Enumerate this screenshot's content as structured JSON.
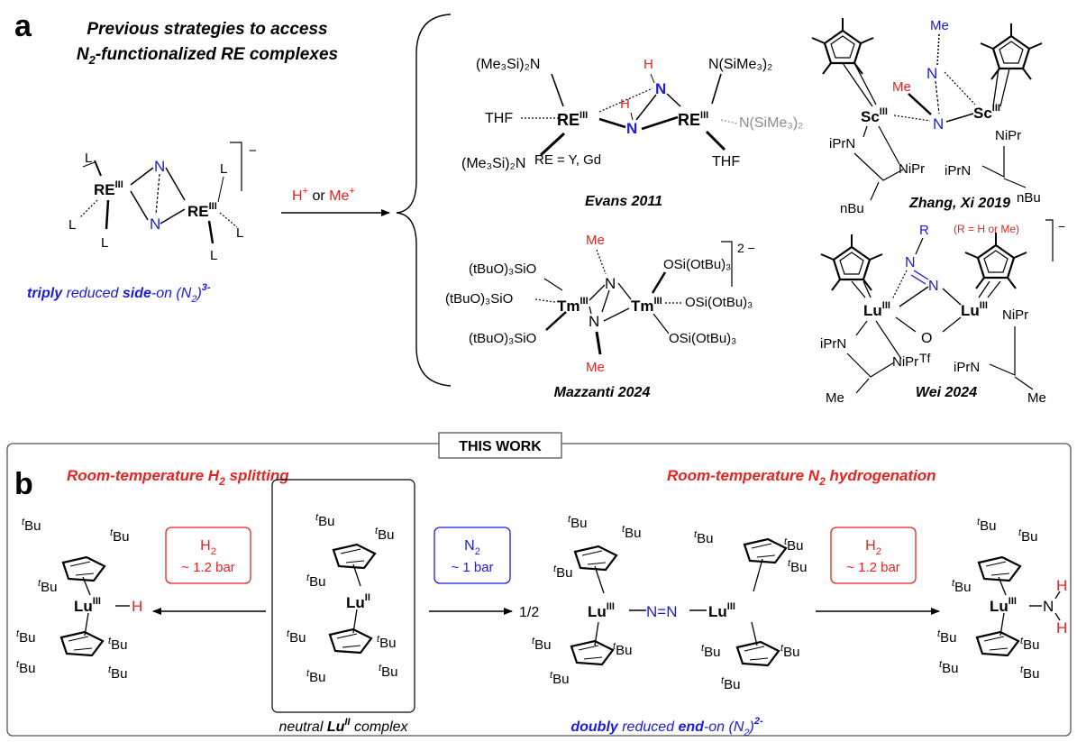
{
  "panel_a": {
    "label": "a",
    "heading_line1": "Previous strategies to access",
    "heading_line2_pre": "N",
    "heading_line2_sub": "2",
    "heading_line2_post": "-functionalized RE complexes",
    "reagent_h": "H",
    "reagent_h_sup": "+",
    "reagent_or": " or ",
    "reagent_me": "Me",
    "reagent_me_sup": "+",
    "start_caption_w1": "triply",
    "start_caption_w2": " reduced ",
    "start_caption_w3": "side",
    "start_caption_w4": "-on (N",
    "start_caption_sub": "2",
    "start_caption_w5": ")",
    "start_caption_sup": "3-",
    "start_complex": {
      "ligand": "L",
      "metal": "RE",
      "metal_ox": "III",
      "n": "N",
      "charge": "−"
    },
    "examples": [
      {
        "caption": "Evans  2011",
        "labels": {
          "amide_tl": "(Me₃Si)₂N",
          "amide_bl": "(Me₃Si)₂N",
          "amide_tr": "N(SiMe₃)₂",
          "amide_r": "N(SiMe₃)₂",
          "thf": "THF",
          "re": "RE",
          "ox": "III",
          "n": "N",
          "h": "H",
          "re_note": "RE = Y, Gd"
        }
      },
      {
        "caption": "Zhang, Xi  2019",
        "labels": {
          "metal": "Sc",
          "ox": "III",
          "me": "Me",
          "n": "N",
          "ipr_l": "iPrN",
          "ipr_r": "NiPr",
          "nbu": "nBu"
        }
      },
      {
        "caption": "Mazzanti  2024",
        "labels": {
          "siloxide_l1": "(tBuO)₃SiO",
          "siloxide_l2": "(tBuO)₃SiO",
          "siloxide_l3": "(tBuO)₃SiO",
          "siloxide_r1": "OSi(OtBu)₃",
          "siloxide_r2": "OSi(OtBu)₃",
          "siloxide_r3": "OSi(OtBu)₃",
          "metal": "Tm",
          "ox": "III",
          "me": "Me",
          "n": "N",
          "charge": "2 −"
        }
      },
      {
        "caption": "Wei  2024",
        "labels": {
          "metal": "Lu",
          "ox": "III",
          "r": "R",
          "r_note": "(R = H or Me)",
          "n": "N",
          "o": "O",
          "tf": "Tf",
          "ipr": "iPrN",
          "nipr": "NiPr",
          "me": "Me",
          "charge": "−"
        }
      }
    ]
  },
  "panel_b": {
    "label": "b",
    "this_work": "THIS WORK",
    "left_heading_pre": "Room-temperature H",
    "left_heading_sub": "2",
    "left_heading_post": " splitting",
    "right_heading_pre": "Room-temperature N",
    "right_heading_sub": "2",
    "right_heading_post": " hydrogenation",
    "reagent_left_line1_pre": "H",
    "reagent_left_line1_sub": "2",
    "reagent_left_line2": "~ 1.2 bar",
    "reagent_mid_line1_pre": "N",
    "reagent_mid_line1_sub": "2",
    "reagent_mid_line2": "~ 1 bar",
    "reagent_right_line1_pre": "H",
    "reagent_right_line1_sub": "2",
    "reagent_right_line2": "~ 1.2 bar",
    "half": "1/2",
    "tbu": "Bu",
    "tbu_prefix": "t",
    "lu": "Lu",
    "ox2": "II",
    "ox3": "III",
    "h": "H",
    "n": "N",
    "azo": "N=N",
    "center_caption_pre": "neutral ",
    "center_caption_bold": "Lu",
    "center_caption_sup": "II",
    "center_caption_post": " complex",
    "dimer_caption_w1": "doubly",
    "dimer_caption_w2": " reduced ",
    "dimer_caption_w3": "end",
    "dimer_caption_w4": "-on (N",
    "dimer_caption_sub": "2",
    "dimer_caption_w5": ")",
    "dimer_caption_sup": "2-"
  },
  "colors": {
    "red": "#e8231f",
    "blue": "#1a1ae0",
    "grey": "#8c8c8c",
    "black": "#000000"
  }
}
